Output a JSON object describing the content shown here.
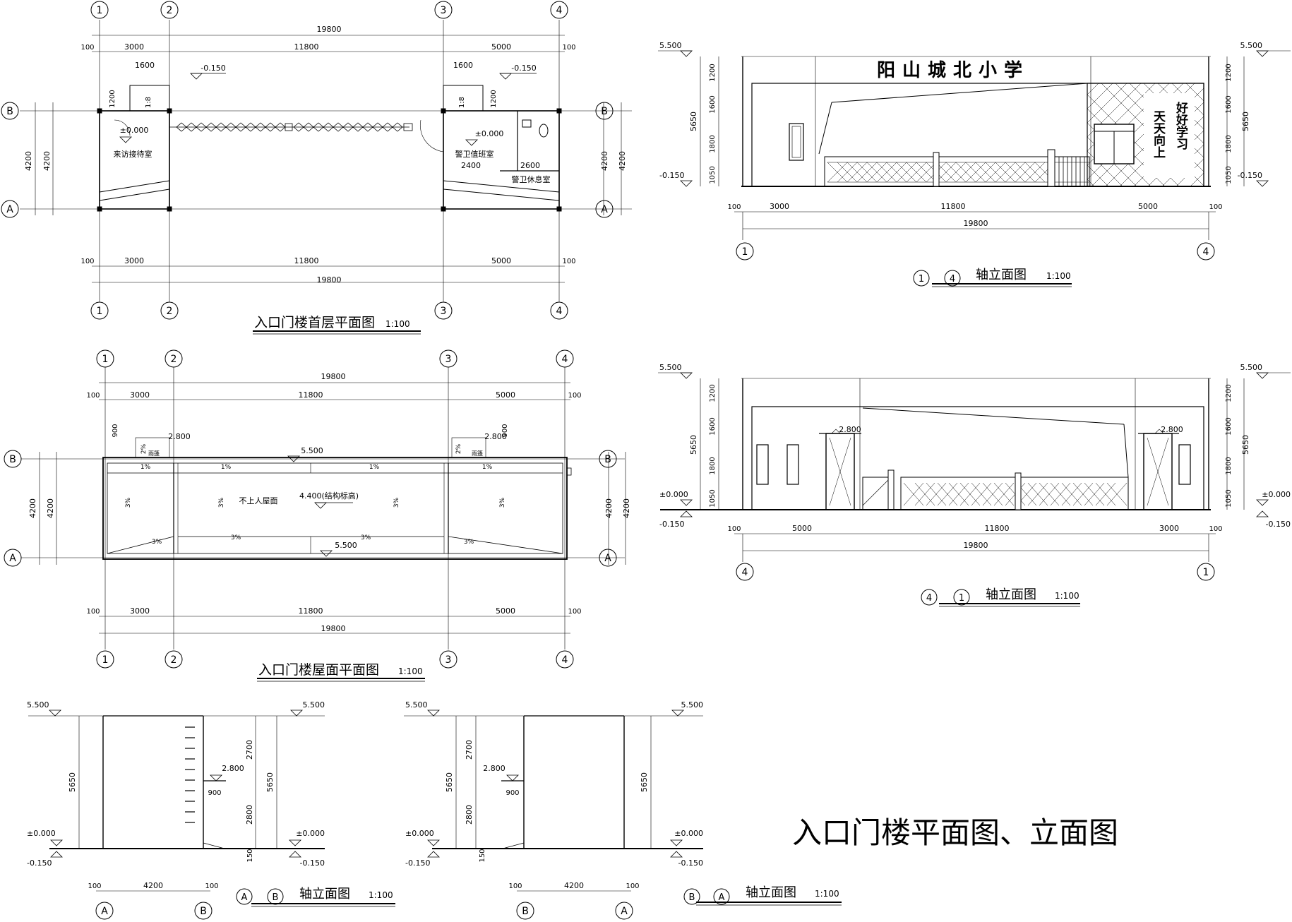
{
  "sheet_title": "入口门楼平面图、立面图",
  "ground_plan": {
    "title": "入口门楼首层平面图",
    "scale": "1:100",
    "grid_axes_h": [
      "1",
      "2",
      "3",
      "4"
    ],
    "grid_axes_v": [
      "B",
      "A"
    ],
    "total": "19800",
    "segments": [
      "3000",
      "11800",
      "5000"
    ],
    "edge": "100",
    "depth": "4200",
    "rooms": {
      "visitor": "来访接待室",
      "guard_duty": "警卫值班室",
      "guard_rest": "警卫休息室"
    },
    "levels": {
      "outer": "-0.150",
      "floor": "±0.000"
    },
    "dims": {
      "stair": "1600",
      "w1200": "1200",
      "ramp": "1:8",
      "d2400": "2400",
      "d2600": "2600"
    }
  },
  "roof_plan": {
    "title": "入口门楼屋面平面图",
    "scale": "1:100",
    "total": "19800",
    "segments": [
      "3000",
      "11800",
      "5000"
    ],
    "edge": "100",
    "depth": "4200",
    "roof_note": "不上人屋面",
    "levels": {
      "top": "5.500",
      "struct": "4.400(结构标高)",
      "canopy": "2.800"
    },
    "slopes": {
      "s1": "1%",
      "s2": "2%",
      "s3": "3%"
    },
    "canopy_label": "雨篷",
    "d900": "900"
  },
  "elev_1_4": {
    "title_from": "1",
    "title_to": "4",
    "title": "轴立面图",
    "scale": "1:100",
    "sign": "阳山城北小学",
    "motto": [
      "好好学习",
      "天天向上"
    ],
    "levels": {
      "top": "5.500",
      "bottom": "-0.150"
    },
    "heights": [
      "1200",
      "1600",
      "1800",
      "1050"
    ],
    "total_h": "5650",
    "segments": [
      "3000",
      "11800",
      "5000"
    ],
    "total": "19800",
    "edge": "100",
    "axes": [
      "1",
      "4"
    ]
  },
  "elev_4_1": {
    "title_from": "4",
    "title_to": "1",
    "title": "轴立面图",
    "scale": "1:100",
    "levels": {
      "top": "5.500",
      "zero": "±0.000",
      "bottom": "-0.150",
      "canopy": "2.800"
    },
    "heights": [
      "1200",
      "1600",
      "1800",
      "1050"
    ],
    "total_h": "5650",
    "segments": [
      "5000",
      "11800",
      "3000"
    ],
    "total": "19800",
    "edge": "100",
    "axes": [
      "4",
      "1"
    ]
  },
  "elev_a_b": {
    "title_from": "A",
    "title_to": "B",
    "title": "轴立面图",
    "scale": "1:100",
    "levels": {
      "top": "5.500",
      "zero": "±0.000",
      "bottom": "-0.150",
      "canopy": "2.800"
    },
    "total_h": "5650",
    "parts": [
      "2700",
      "2800",
      "150"
    ],
    "d900": "900",
    "width": "4200",
    "edge": "100",
    "axes": [
      "A",
      "B"
    ]
  },
  "elev_b_a": {
    "title_from": "B",
    "title_to": "A",
    "title": "轴立面图",
    "scale": "1:100",
    "levels": {
      "top": "5.500",
      "zero": "±0.000",
      "bottom": "-0.150",
      "canopy": "2.800"
    },
    "total_h": "5650",
    "parts": [
      "2700",
      "2800",
      "150"
    ],
    "d900": "900",
    "width": "4200",
    "edge": "100",
    "axes": [
      "B",
      "A"
    ]
  }
}
